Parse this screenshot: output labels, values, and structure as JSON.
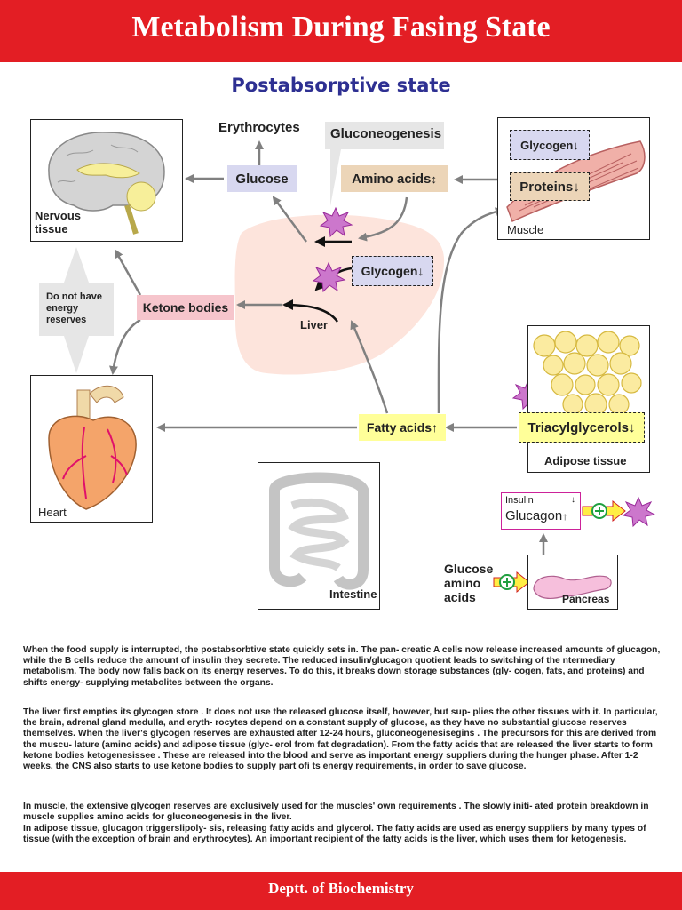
{
  "header": {
    "title": "Metabolism During Fasing State"
  },
  "subtitle": "Postabsorptive state",
  "labels": {
    "erythrocytes": "Erythrocytes",
    "gluconeogenesis": "Gluconeogenesis",
    "glucose": "Glucose",
    "amino_acids": "Amino acids",
    "glycogen_muscle": "Glycogen",
    "proteins": "Proteins",
    "muscle": "Muscle",
    "nervous_tissue_1": "Nervous",
    "nervous_tissue_2": "tissue",
    "do_not_have_1": "Do not have",
    "do_not_have_2": "energy",
    "do_not_have_3": "reserves",
    "ketone_bodies": "Ketone bodies",
    "glycogen_liver": "Glycogen",
    "liver": "Liver",
    "heart": "Heart",
    "fatty_acids": "Fatty acids",
    "triacylglycerols": "Triacylglycerols",
    "adipose_tissue": "Adipose tissue",
    "intestine": "Intestine",
    "insulin": "Insulin",
    "glucagon": "Glucagon",
    "glucose_amino_1": "Glucose",
    "glucose_amino_2": "amino",
    "glucose_amino_3": "acids",
    "pancreas": "Pancreas"
  },
  "colors": {
    "red": "#e31e24",
    "title_blue": "#2e3092",
    "lavender": "#d8d8f0",
    "tan": "#ecd5b8",
    "pink": "#f6c5cc",
    "yellow": "#ffff99",
    "purple_burst": "#cc77cc",
    "liver": "#fde4dc",
    "grey_arrow": "#808080"
  },
  "text": {
    "para1": "When the food supply is interrupted, the postabsorbtive state quickly sets in. The pan- creatic A cells now release increased amounts of glucagon, while the B cells reduce the amount of insulin they secrete. The reduced insulin/glucagon quotient leads to switching of the ntermediary metabolism. The body now falls back on its energy reserves. To do this, it breaks down storage substances (gly- cogen, fats, and proteins) and shifts energy- supplying metabolites between the organs.",
    "para2": "The liver first empties its glycogen store . It does not use the released glucose itself, however, but sup- plies the other tissues with it. In particular, the brain, adrenal gland medulla, and eryth- rocytes depend on a constant supply of glucose, as they have no substantial glucose reserves themselves. When the liver's glycogen reserves are exhausted after 12-24 hours, gluconeogenesisegins . The precursors for this are derived from the muscu- lature (amino acids) and adipose tissue (glyc- erol from fat degradation). From the fatty acids that are released the liver starts to form ketone bodies ketogenesissee . These are released into the blood and serve as important energy suppliers during the hunger phase. After 1-2 weeks, the CNS also starts to use ketone bodies to supply part ofi ts energy requirements, in order to save glucose.",
    "para3": "In muscle, the extensive glycogen reserves are exclusively used for the muscles' own requirements . The slowly initi- ated protein breakdown in muscle supplies amino acids for gluconeogenesis in the liver.",
    "para4": "In adipose tissue, glucagon triggerslipoly- sis, releasing fatty acids and glycerol. The fatty acids are used as energy suppliers by many types of tissue (with the exception of brain and erythrocytes). An important recipient of the fatty acids is the liver, which uses them for ketogenesis."
  },
  "footer": {
    "text": "Deptt. of Biochemistry"
  }
}
